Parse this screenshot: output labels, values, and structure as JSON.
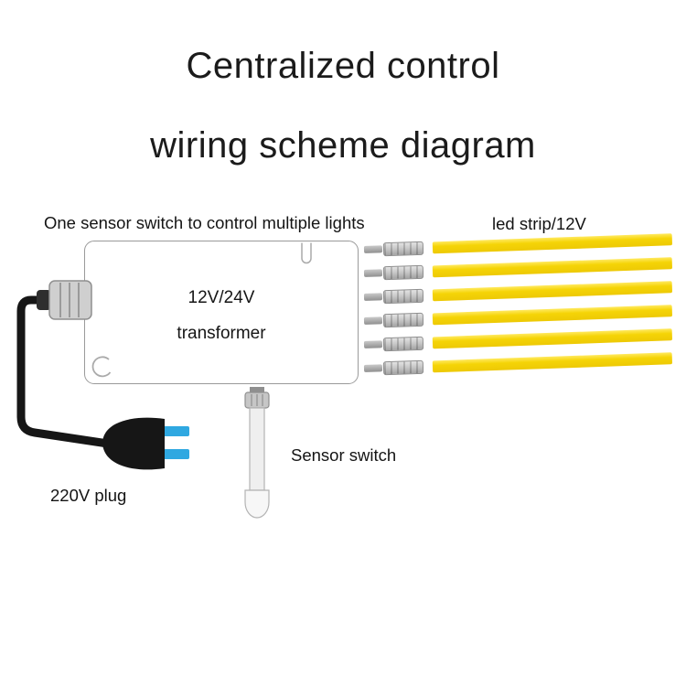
{
  "title": {
    "line1": "Centralized control",
    "line2": "wiring scheme diagram"
  },
  "diagram": {
    "subtitle": "One sensor switch to control multiple lights",
    "led_strip_label": "led strip/12V",
    "transformer": {
      "line1": "12V/24V",
      "line2": "transformer"
    },
    "plug_label": "220V plug",
    "sensor_label": "Sensor switch",
    "led_strips": {
      "count": 6,
      "strip_color": "#f5d406",
      "connector_color": "#c6c6c6"
    },
    "colors": {
      "wire": "#161616",
      "plug_body": "#161616",
      "prong_blue": "#2fa8e1",
      "transformer_outline": "#9a9a9a"
    }
  }
}
